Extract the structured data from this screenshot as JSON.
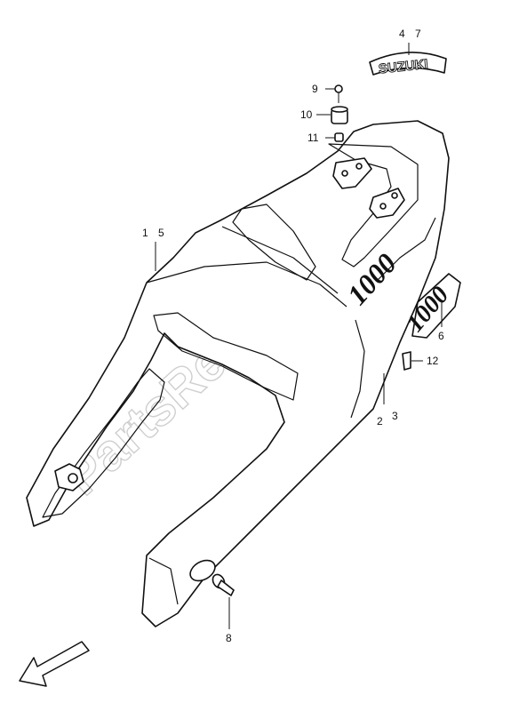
{
  "watermark": "PartsRepublik",
  "emblem_text": "SUZUKI",
  "decal_text": "1000",
  "callouts": {
    "c1": "1",
    "c2": "2",
    "c3": "3",
    "c4": "4",
    "c5": "5",
    "c6": "6",
    "c7": "7",
    "c8": "8",
    "c9": "9",
    "c10": "10",
    "c11": "11",
    "c12": "12"
  },
  "icons": {
    "direction_arrow": "front-direction-arrow-icon"
  }
}
